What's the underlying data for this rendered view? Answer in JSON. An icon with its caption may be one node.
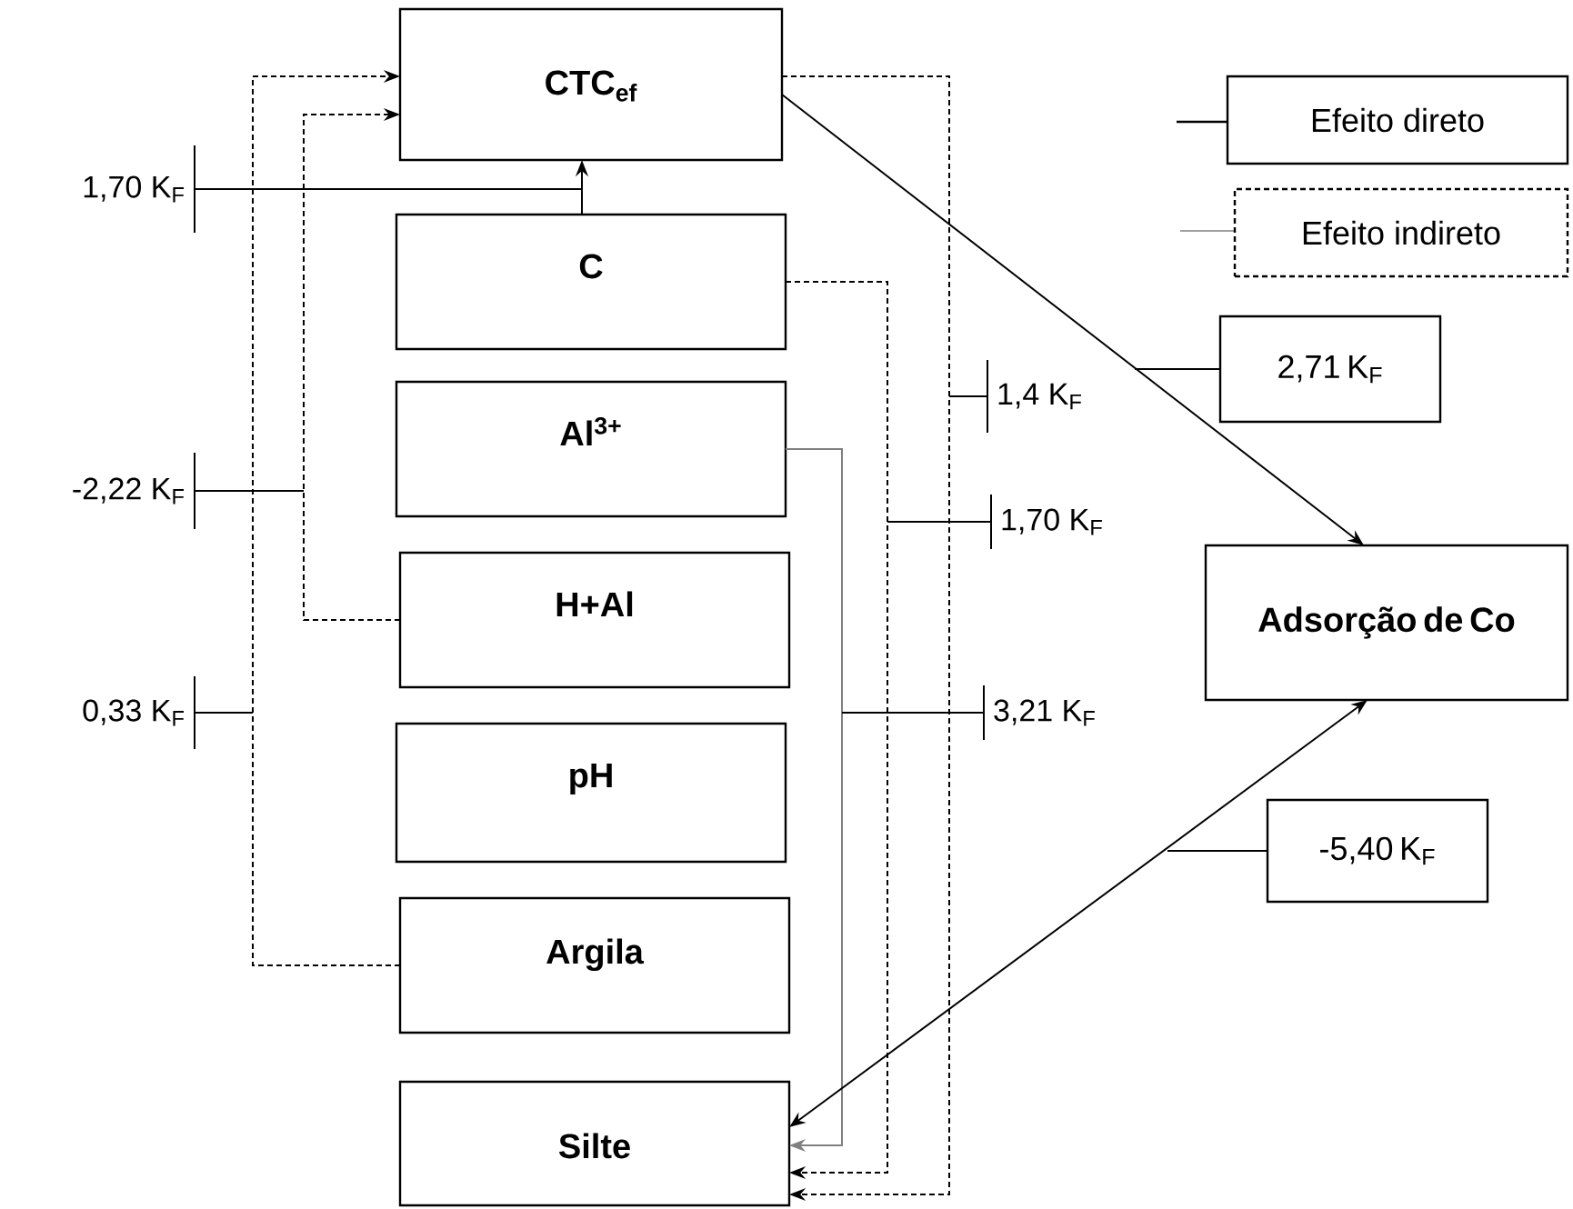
{
  "diagram": {
    "nodes": [
      {
        "text": [
          "CTC$_{ef}$"
        ]
      },
      {
        "text": [
          "C"
        ]
      },
      {
        "text": [
          "Al$^{3+}$"
        ]
      },
      {
        "text": [
          "H+Al"
        ]
      },
      {
        "text": [
          "pH"
        ]
      },
      {
        "text": [
          "Argila"
        ]
      },
      {
        "text": [
          "Silte"
        ]
      },
      {
        "text": [
          "Adsorção de Co"
        ]
      },
      {
        "text": [
          "2,71 K$_{F}$"
        ]
      },
      {
        "text": [
          "-5,40 K$_{F}$"
        ]
      },
      {
        "text": [
          "1,70 K$_{F}$"
        ]
      },
      {
        "text": [
          "-2,22 K$_{F}$"
        ]
      },
      {
        "text": [
          "0,33 K$_{F}$"
        ]
      },
      {
        "text": [
          "1,4 K$_{F}$"
        ]
      },
      {
        "text": [
          "1,70 K$_{F}$"
        ]
      },
      {
        "text": [
          "3,21 K$_{F}$"
        ]
      }
    ],
    "edges": [
      {
        "from": 1,
        "to": 0,
        "arrow": "to"
      },
      {
        "from": 3,
        "to": 0,
        "arrow": "to",
        "style": "dashed"
      },
      {
        "from": 5,
        "to": 0,
        "arrow": "to",
        "style": "dashed"
      },
      {
        "from": 0,
        "to": 7,
        "arrow": "to"
      },
      {
        "from": 0,
        "to": 6,
        "arrow": "to",
        "style": "dashed"
      },
      {
        "from": 1,
        "to": 6,
        "arrow": "to",
        "style": "dashed"
      },
      {
        "from": 2,
        "to": 6,
        "arrow": "to",
        "color": "#808080"
      },
      {
        "from": 6,
        "to": 7,
        "arrow": "both"
      },
      {
        "from": 8,
        "to": null,
        "arrow": "none"
      },
      {
        "from": 9,
        "to": null,
        "arrow": "none"
      },
      {
        "from": 10,
        "to": null,
        "arrow": "none"
      },
      {
        "from": 11,
        "to": null,
        "arrow": "none"
      },
      {
        "from": 12,
        "to": null,
        "arrow": "none"
      },
      {
        "from": 13,
        "to": null,
        "arrow": "none"
      },
      {
        "from": 14,
        "to": null,
        "arrow": "none"
      },
      {
        "from": 15,
        "to": null,
        "arrow": "none"
      }
    ],
    "legend": [
      {
        "text": "Efeito direto"
      },
      {
        "text": "Efeito indireto"
      }
    ]
  }
}
